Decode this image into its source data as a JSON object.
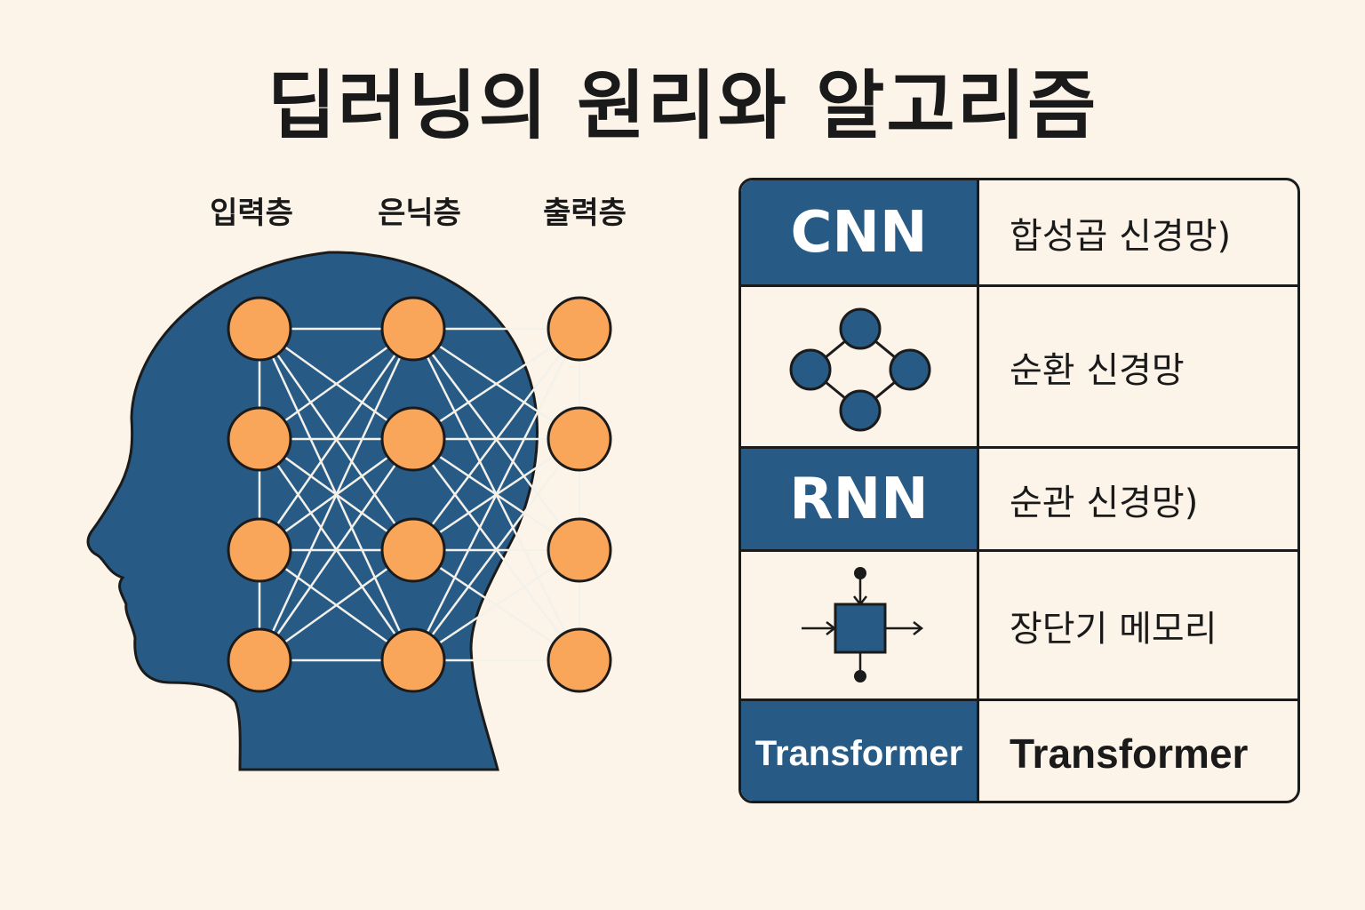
{
  "title": "딥러닝의 원리와 알고리즘",
  "layers": {
    "input": "입력층",
    "hidden": "은닉층",
    "output": "출력층"
  },
  "colors": {
    "background": "#fcf4e9",
    "head": "#275b86",
    "node": "#f9a55a",
    "line": "#f4f1ea",
    "header_cell": "#275b86"
  },
  "network": {
    "layer_node_counts": [
      4,
      4,
      4
    ],
    "connections": "fully-connected"
  },
  "table": {
    "rows": [
      {
        "abbr": "CNN",
        "desc": "합성곱 신경망)"
      },
      {
        "icon": "rnn-loop-icon",
        "desc": "순환 신경망"
      },
      {
        "abbr": "RNN",
        "desc": "순관 신경망)"
      },
      {
        "icon": "lstm-cell-icon",
        "desc": "장단기 메모리"
      },
      {
        "abbr": "Transformer",
        "desc": "Transformer"
      }
    ]
  }
}
